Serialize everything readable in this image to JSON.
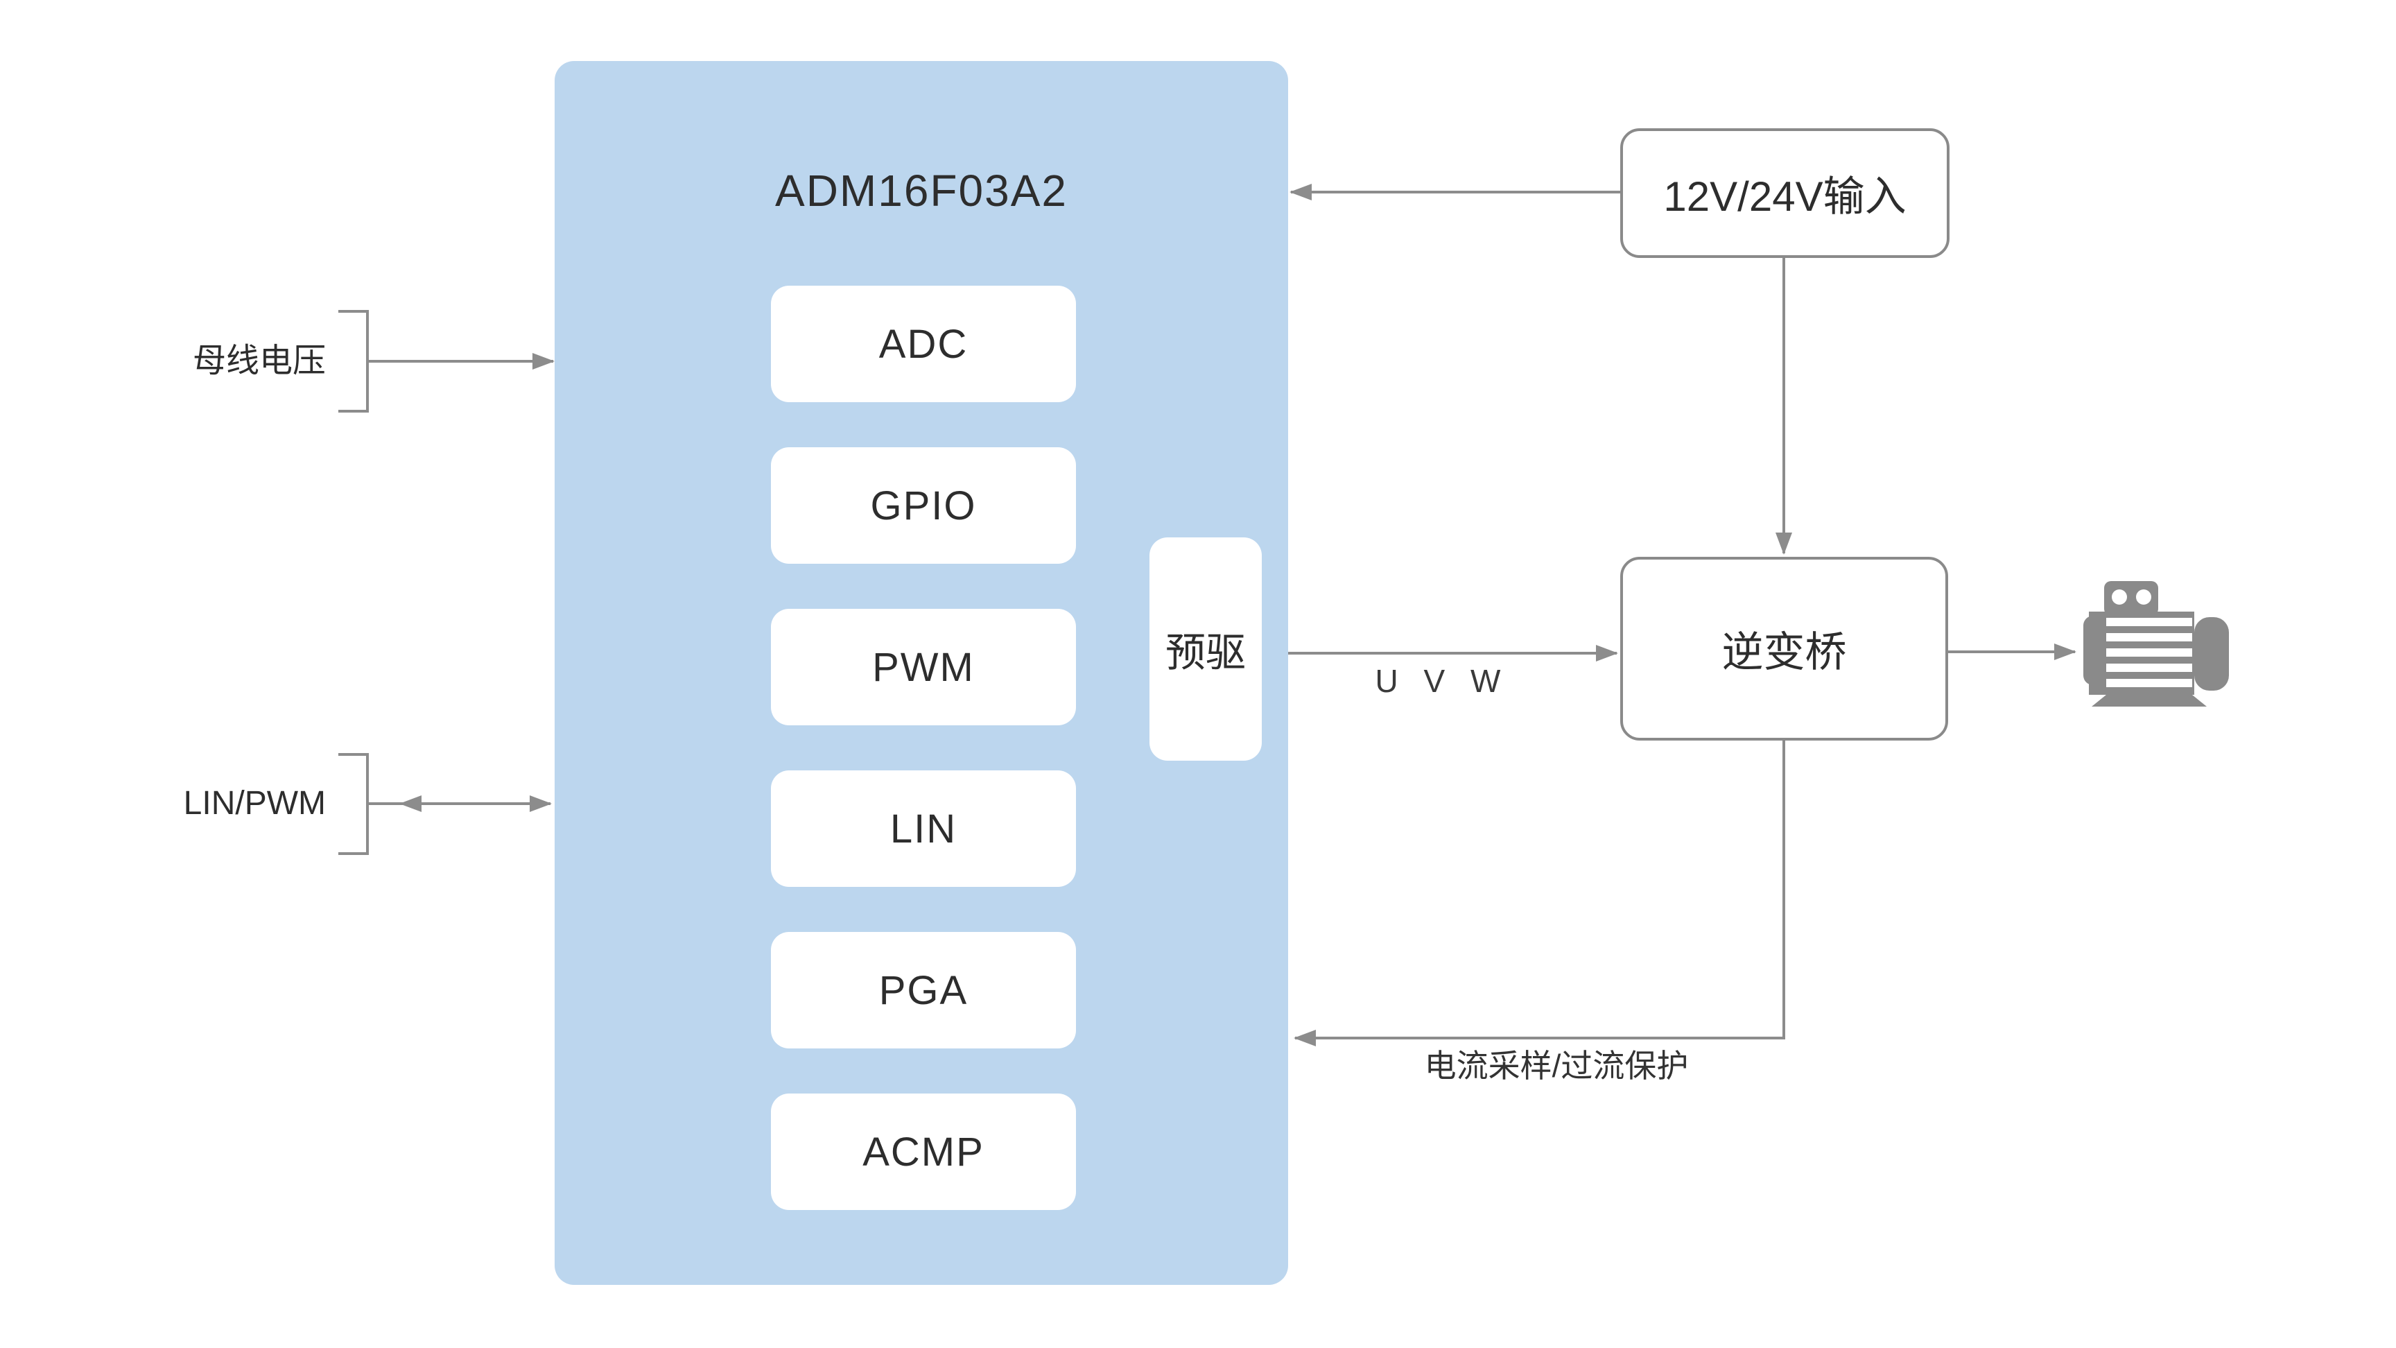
{
  "chip": {
    "name": "ADM16F03A2",
    "blocks": [
      "ADC",
      "GPIO",
      "PWM",
      "LIN",
      "PGA",
      "ACMP"
    ],
    "predriver": "预驱"
  },
  "external": {
    "bus_voltage": "母线电压",
    "lin_pwm": "LIN/PWM",
    "power_input": "12V/24V输入",
    "inverter": "逆变桥"
  },
  "annotations": {
    "uvw": "U V W",
    "current_protect": "电流采样/过流保护"
  },
  "icons": {
    "motor": "motor-icon"
  },
  "colors": {
    "chip_fill": "#bcd6ee",
    "line": "#8c8c8c",
    "border": "#8a8a8a",
    "text_dark": "#2d2d2d",
    "motor": "#8a8a8a"
  }
}
